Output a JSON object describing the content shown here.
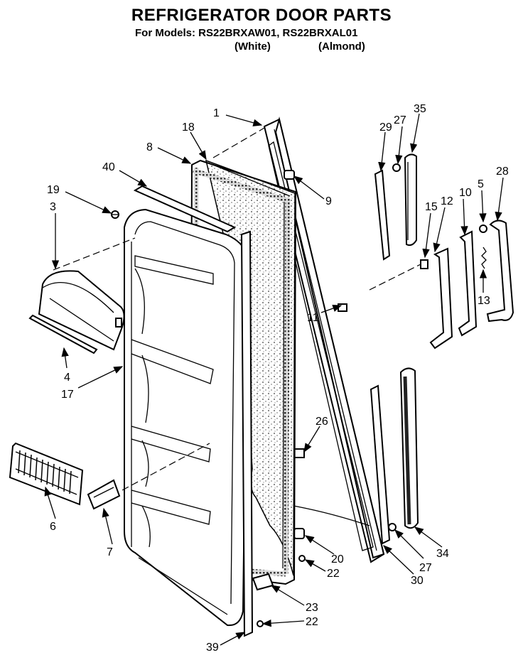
{
  "header": {
    "title": "REFRIGERATOR DOOR PARTS",
    "models_line": "For Models: RS22BRXAW01, RS22BRXAL01",
    "variant_white": "(White)",
    "variant_almond": "(Almond)"
  },
  "callouts": {
    "c1": "1",
    "c3": "3",
    "c4": "4",
    "c5": "5",
    "c6": "6",
    "c7": "7",
    "c8": "8",
    "c9": "9",
    "c10": "10",
    "c11": "11",
    "c12": "12",
    "c13": "13",
    "c15": "15",
    "c17": "17",
    "c18": "18",
    "c19": "19",
    "c20": "20",
    "c22a": "22",
    "c22b": "22",
    "c23": "23",
    "c26": "26",
    "c27a": "27",
    "c27b": "27",
    "c28": "28",
    "c29": "29",
    "c30": "30",
    "c34": "34",
    "c35": "35",
    "c39": "39",
    "c40": "40"
  }
}
